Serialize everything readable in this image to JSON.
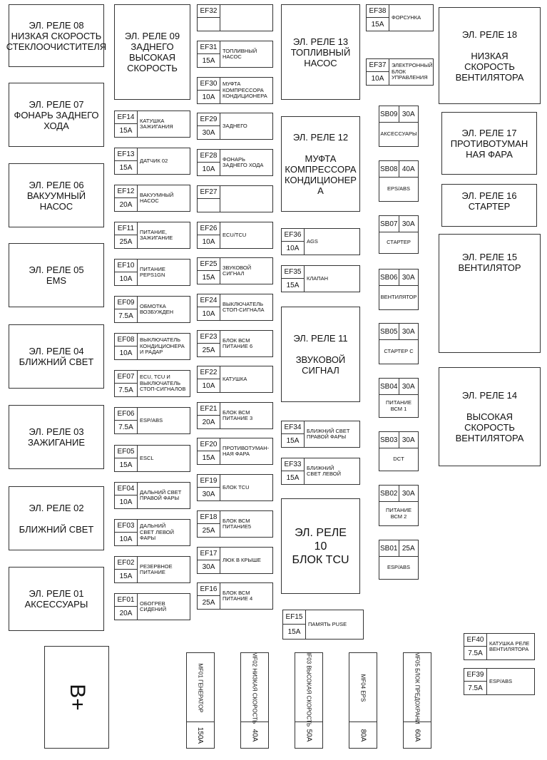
{
  "relays": {
    "r08": "ЭЛ. РЕЛЕ 08\nНИЗКАЯ СКОРОСТЬ\nСТЕКЛООЧИСТИТЕЛЯ",
    "r07": "ЭЛ. РЕЛЕ 07\nФОНАРЬ ЗАДНЕГО\nХОДА",
    "r06": "ЭЛ. РЕЛЕ 06\nВАКУУМНЫЙ\nНАСОС",
    "r05": "ЭЛ. РЕЛЕ 05\nEMS",
    "r04": "ЭЛ. РЕЛЕ 04\nБЛИЖНИЙ СВЕТ",
    "r03": "ЭЛ. РЕЛЕ 03\nЗАЖИГАНИЕ",
    "r02": "ЭЛ. РЕЛЕ 02\n\nБЛИЖНИЙ СВЕТ",
    "r01": "ЭЛ. РЕЛЕ 01\nАКСЕССУАРЫ",
    "r09": "ЭЛ. РЕЛЕ 09\nЗАДНЕГО\nВЫСОКАЯ\nСКОРОСТЬ",
    "r13": "ЭЛ. РЕЛЕ 13\nТОПЛИВНЫЙ\nНАСОС",
    "r12": "ЭЛ. РЕЛЕ 12\n\nМУФТА\nКОМПРЕССОРА\nКОНДИЦИОНЕР\nА",
    "r11": "ЭЛ. РЕЛЕ 11\n\nЗВУКОВОЙ\nСИГНАЛ",
    "r10": "ЭЛ. РЕЛЕ\n10\nБЛОК TCU",
    "r18": "ЭЛ. РЕЛЕ 18\n\nНИЗКАЯ\nСКОРОСТЬ\nВЕНТИЛЯТОРА",
    "r17": "ЭЛ. РЕЛЕ 17\nПРОТИВОТУМАН\nНАЯ ФАРА",
    "r16": "ЭЛ. РЕЛЕ 16\nСТАРТЕР",
    "r15": "ЭЛ. РЕЛЕ 15\nВЕНТИЛЯТОР",
    "r14": "ЭЛ. РЕЛЕ 14\n\nВЫСОКАЯ\nСКОРОСТЬ\nВЕНТИЛЯТОРА"
  },
  "fuses": {
    "ef14": {
      "id": "EF14",
      "amp": "15A",
      "desc": "КАТУШКА\nЗАЖИГАНИЯ"
    },
    "ef13": {
      "id": "EF13",
      "amp": "15A",
      "desc": "ДАТЧИК 02"
    },
    "ef12": {
      "id": "EF12",
      "amp": "20A",
      "desc": "ВАКУУМНЫЙ\nНАСОС"
    },
    "ef11": {
      "id": "EF11",
      "amp": "25A",
      "desc": "ПИТАНИЕ,\nЗАЖИГАНИЕ"
    },
    "ef10": {
      "id": "EF10",
      "amp": "10A",
      "desc": "ПИТАНИЕ\nPEPS1GN"
    },
    "ef09": {
      "id": "EF09",
      "amp": "7.5A",
      "desc": "ОБМОТКА\nВОЗБУЖДЕН"
    },
    "ef08": {
      "id": "EF08",
      "amp": "10A",
      "desc": "ВЫКЛЮЧАТЕЛЬ\nКОНДИЦИОНЕРА\nИ РАДАР"
    },
    "ef07": {
      "id": "EF07",
      "amp": "7.5A",
      "desc": "ECU, TCU И\nВЫКЛЮЧАТЕЛЬ\nСТОП-СИГНАЛОВ"
    },
    "ef06": {
      "id": "EF06",
      "amp": "7.5A",
      "desc": "ESP/ABS"
    },
    "ef05": {
      "id": "EF05",
      "amp": "15A",
      "desc": "ESCL"
    },
    "ef04": {
      "id": "EF04",
      "amp": "10A",
      "desc": "ДАЛЬНИЙ СВЕТ\nПРАВОЙ ФАРЫ"
    },
    "ef03": {
      "id": "EF03",
      "amp": "10A",
      "desc": "ДАЛЬНИЙ\nСВЕТ ЛЕВОЙ\nФАРЫ"
    },
    "ef02": {
      "id": "EF02",
      "amp": "15A",
      "desc": "РЕЗЕРВНОЕ\nПИТАНИЕ"
    },
    "ef01": {
      "id": "EF01",
      "amp": "20A",
      "desc": "ОБОГРЕВ\nСИДЕНИЙ"
    },
    "ef32": {
      "id": "EF32",
      "amp": "",
      "desc": ""
    },
    "ef31": {
      "id": "EF31",
      "amp": "15A",
      "desc": "ТОПЛИВНЫЙ\nНАСОС"
    },
    "ef30": {
      "id": "EF30",
      "amp": "10A",
      "desc": "МУФТА\nКОМПРЕССОРА\nКОНДИЦИОНЕРА"
    },
    "ef29": {
      "id": "EF29",
      "amp": "30A",
      "desc": "ЗАДНЕГО"
    },
    "ef28": {
      "id": "EF28",
      "amp": "10A",
      "desc": "ФОНАРЬ\nЗАДНЕГО ХОДА"
    },
    "ef27": {
      "id": "EF27",
      "amp": "",
      "desc": ""
    },
    "ef26": {
      "id": "EF26",
      "amp": "10A",
      "desc": "ECU/TCU"
    },
    "ef25": {
      "id": "EF25",
      "amp": "15A",
      "desc": "ЗВУКОВОЙ\nСИГНАЛ"
    },
    "ef24": {
      "id": "EF24",
      "amp": "10A",
      "desc": "ВЫКЛЮЧАТЕЛЬ\nСТОП-СИГНАЛА"
    },
    "ef23": {
      "id": "EF23",
      "amp": "25A",
      "desc": "БЛОК ВСМ\nПИТАНИЕ 6"
    },
    "ef22": {
      "id": "EF22",
      "amp": "10A",
      "desc": "КАТУШКА"
    },
    "ef21": {
      "id": "EF21",
      "amp": "20A",
      "desc": "БЛОК ВСМ\nПИТАНИЕ 3"
    },
    "ef20": {
      "id": "EF20",
      "amp": "15A",
      "desc": "ПРОТИВОТУМАН-\nНАЯ ФАРА"
    },
    "ef19": {
      "id": "EF19",
      "amp": "30A",
      "desc": "БЛОК TCU"
    },
    "ef18": {
      "id": "EF18",
      "amp": "25A",
      "desc": "БЛОК ВСМ\nПИТАНИЕ5"
    },
    "ef17": {
      "id": "EF17",
      "amp": "30A",
      "desc": "ЛЮК В КРЫШЕ"
    },
    "ef16": {
      "id": "EF16",
      "amp": "25A",
      "desc": "БЛОК ВСМ\nПИТАНИЕ 4"
    },
    "ef38": {
      "id": "EF38",
      "amp": "15A",
      "desc": "ФОРСУНКА"
    },
    "ef37": {
      "id": "EF37",
      "amp": "10A",
      "desc": "ЭЛЕКТРОННЫЙ\nБЛОК\nУПРАВЛЕНИЯ"
    },
    "ef36": {
      "id": "EF36",
      "amp": "10A",
      "desc": "AGS"
    },
    "ef35": {
      "id": "EF35",
      "amp": "15A",
      "desc": "КЛАПАН"
    },
    "ef34": {
      "id": "EF34",
      "amp": "15A",
      "desc": "БЛИЖНИЙ СВЕТ\nПРАВОЙ ФАРЫ"
    },
    "ef33": {
      "id": "EF33",
      "amp": "15A",
      "desc": "БЛИЖНИЙ\nСВЕТ ЛЕВОЙ"
    },
    "ef15": {
      "id": "EF15",
      "amp": "15A",
      "desc": "ПАМЯТЬ PUSE"
    },
    "ef40": {
      "id": "EF40",
      "amp": "7.5A",
      "desc": "КАТУШКА РЕЛЕ\nВЕНТИЛЯТОРА"
    },
    "ef39": {
      "id": "EF39",
      "amp": "7.5A",
      "desc": "ESP/ABS"
    }
  },
  "sb": {
    "sb09": {
      "id": "SB09",
      "amp": "30A",
      "desc": "АКСЕССУАРЫ"
    },
    "sb08": {
      "id": "SB08",
      "amp": "40A",
      "desc": "EPS/ABS"
    },
    "sb07": {
      "id": "SB07",
      "amp": "30A",
      "desc": "СТАРТЕР"
    },
    "sb06": {
      "id": "SB06",
      "amp": "30A",
      "desc": "ВЕНТИЛЯТОР"
    },
    "sb05": {
      "id": "SB05",
      "amp": "30A",
      "desc": "СТАРТЕР С"
    },
    "sb04": {
      "id": "SB04",
      "amp": "30A",
      "desc": "ПИТАНИЕ\nВСМ 1"
    },
    "sb03": {
      "id": "SB03",
      "amp": "30A",
      "desc": "DCT"
    },
    "sb02": {
      "id": "SB02",
      "amp": "30A",
      "desc": "ПИТАНИЕ\nВСМ 2"
    },
    "sb01": {
      "id": "SB01",
      "amp": "25A",
      "desc": "ESP/ABS"
    }
  },
  "mf": {
    "mf01": {
      "text": "MF01  ГЕНЕРАТОР",
      "amp": "150A"
    },
    "mf02": {
      "text": "MF02  НИЗКАЯ СКОРОСТЬ",
      "amp": "40A"
    },
    "mf03": {
      "text": "MF03  ВЫСОКАЯ СКОРОСТЬ",
      "amp": "50A"
    },
    "mf04": {
      "text": "MF04  EPS",
      "amp": "80A"
    },
    "mf05": {
      "text": "MF05  БЛОК ПРЕДОХРАНИ",
      "amp": "60A"
    }
  },
  "battery": "B+"
}
